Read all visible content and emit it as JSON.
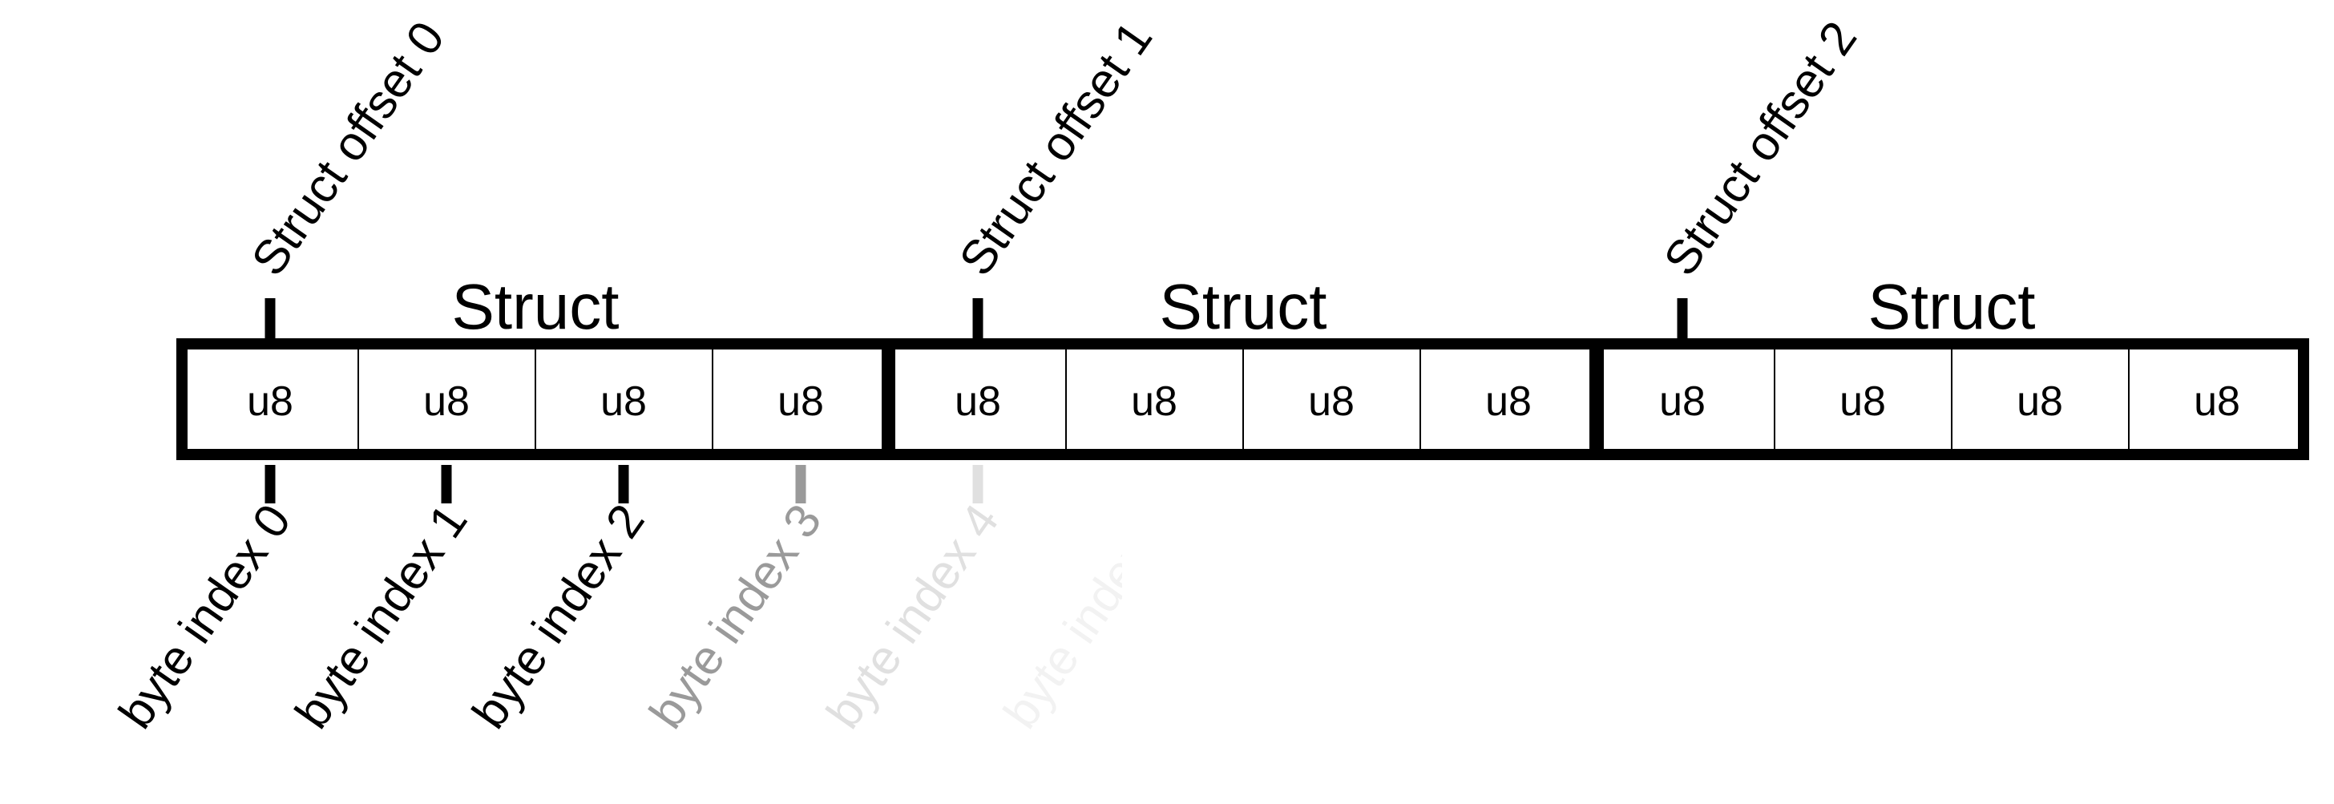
{
  "structs": [
    {
      "label": "Struct",
      "offset_label": "Struct offset 0",
      "cells": [
        "u8",
        "u8",
        "u8",
        "u8"
      ]
    },
    {
      "label": "Struct",
      "offset_label": "Struct offset 1",
      "cells": [
        "u8",
        "u8",
        "u8",
        "u8"
      ]
    },
    {
      "label": "Struct",
      "offset_label": "Struct offset 2",
      "cells": [
        "u8",
        "u8",
        "u8",
        "u8"
      ]
    }
  ],
  "byte_indices": [
    {
      "label": "byte index 0",
      "color": "#000000"
    },
    {
      "label": "byte index 1",
      "color": "#000000"
    },
    {
      "label": "byte index 2",
      "color": "#000000"
    },
    {
      "label": "byte index 3",
      "color": "#9a9a9a"
    },
    {
      "label": "byte index 4",
      "color": "#e0e0e0"
    },
    {
      "label": "byte index 5",
      "color": "#f2f2f2"
    }
  ]
}
